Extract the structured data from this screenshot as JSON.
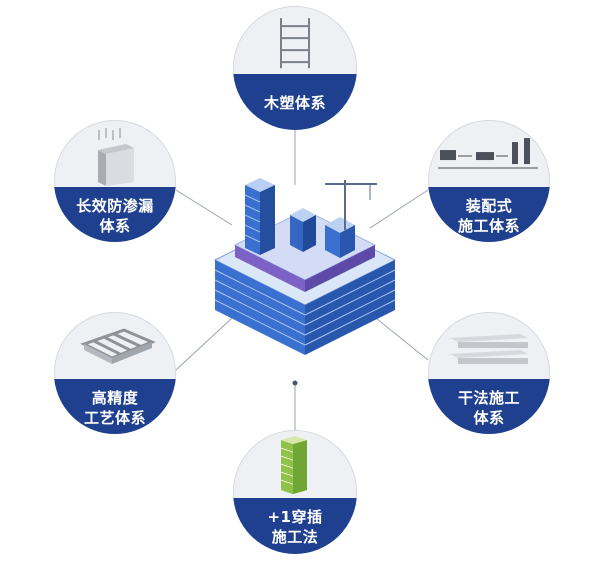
{
  "nodes": {
    "top": {
      "lines": [
        "木塑体系"
      ],
      "icon": "ladder-icon"
    },
    "left_top": {
      "lines": [
        "长效防渗漏",
        "体系"
      ],
      "icon": "waterproof-wall-icon"
    },
    "right_top": {
      "lines": [
        "装配式",
        "施工体系"
      ],
      "icon": "assembly-process-icon"
    },
    "left_bottom": {
      "lines": [
        "高精度",
        "工艺体系"
      ],
      "icon": "precision-frame-icon"
    },
    "right_bottom": {
      "lines": [
        "干法施工",
        "体系"
      ],
      "icon": "dry-panel-icon"
    },
    "bottom": {
      "lines": [
        "+1穿插",
        "施工法"
      ],
      "icon": "building-stack-icon"
    }
  },
  "colors": {
    "brand_blue": "#1f3f8f",
    "circle_bg": "#eef0f3",
    "connector": "#9aa3b2",
    "building_blue": "#2f66c7",
    "building_light": "#a8c8f0"
  },
  "center": {
    "icon": "isometric-construction-site-icon"
  }
}
